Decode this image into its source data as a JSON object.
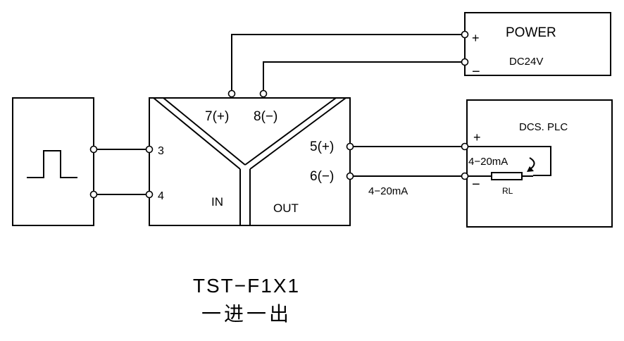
{
  "module": {
    "pin7": "7(+)",
    "pin8": "8(−)",
    "pin3": "3",
    "pin4": "4",
    "pin5": "5(+)",
    "pin6": "6(−)",
    "in_label": "IN",
    "out_label": "OUT"
  },
  "power": {
    "title": "POWER",
    "voltage": "DC24V",
    "plus": "+",
    "minus": "−"
  },
  "dcs": {
    "title": "DCS. PLC",
    "plus": "+",
    "minus": "−",
    "loop_current": "4−20mA",
    "resistor": "RL"
  },
  "output_signal": "4−20mA",
  "caption": {
    "model": "TST−F1X1",
    "description": "一进一出"
  }
}
